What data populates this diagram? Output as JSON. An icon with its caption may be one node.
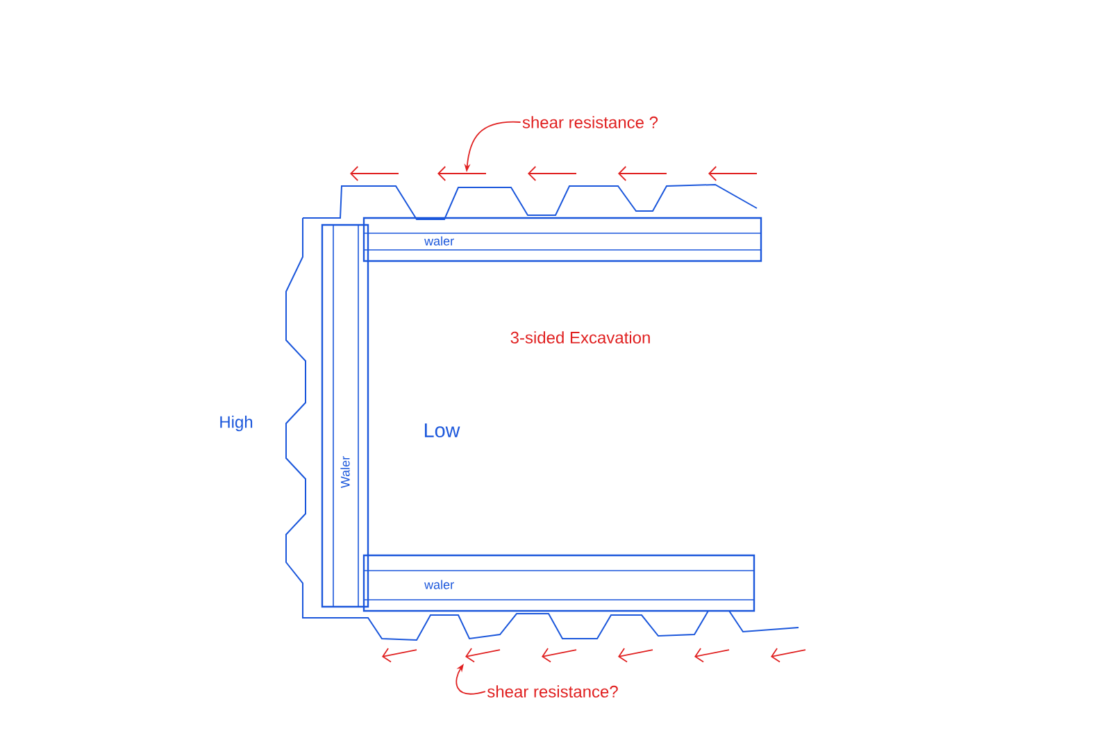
{
  "diagram": {
    "nodes": [
      {
        "text": [
          "waler"
        ]
      },
      {
        "text": [
          "Waler"
        ]
      },
      {
        "text": [
          "waler"
        ]
      },
      {
        "text": [
          "shear resistance ?"
        ]
      },
      {
        "text": [
          "shear resistance?"
        ]
      }
    ],
    "edges": [
      {
        "from": 3,
        "to": null,
        "arrow": "to"
      },
      {
        "from": 4,
        "to": null,
        "arrow": "to"
      }
    ],
    "labels": [
      "3-sided Excavation",
      "High",
      "Low"
    ]
  }
}
